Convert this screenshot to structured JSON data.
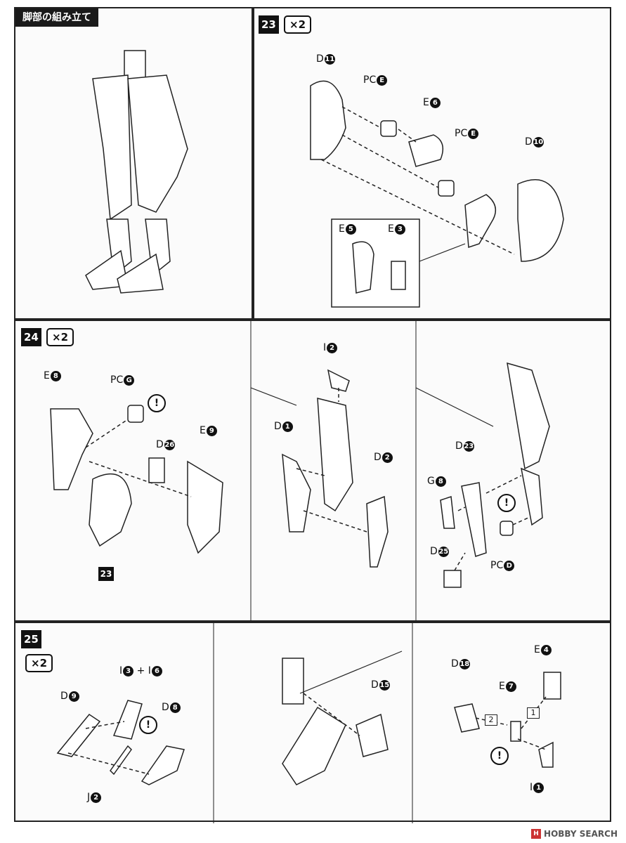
{
  "section_title": "脚部の組み立て",
  "step23": {
    "number": "23",
    "multiplier": "×2",
    "labels": {
      "d11": [
        "D",
        "11"
      ],
      "pce1": [
        "PC",
        "E"
      ],
      "e6": [
        "E",
        "6"
      ],
      "pce2": [
        "PC",
        "E"
      ],
      "d10": [
        "D",
        "10"
      ],
      "e5": [
        "E",
        "5"
      ],
      "e3": [
        "E",
        "3"
      ]
    }
  },
  "step24": {
    "number": "24",
    "multiplier": "×2",
    "ref_step": "23",
    "labels": {
      "e8": [
        "E",
        "8"
      ],
      "pcg": [
        "PC",
        "G"
      ],
      "d26": [
        "D",
        "26"
      ],
      "e9": [
        "E",
        "9"
      ],
      "i2": [
        "I",
        "2"
      ],
      "d1": [
        "D",
        "1"
      ],
      "d2": [
        "D",
        "2"
      ],
      "d23": [
        "D",
        "23"
      ],
      "g8": [
        "G",
        "8"
      ],
      "d25": [
        "D",
        "25"
      ],
      "pcd": [
        "PC",
        "D"
      ]
    },
    "warning": "!"
  },
  "step25": {
    "number": "25",
    "multiplier": "×2",
    "labels": {
      "d9": [
        "D",
        "9"
      ],
      "i3": [
        "I",
        "3"
      ],
      "plus": "+",
      "i6": [
        "I",
        "6"
      ],
      "d8": [
        "D",
        "8"
      ],
      "j2": [
        "J",
        "2"
      ],
      "d15": [
        "D",
        "15"
      ],
      "d18": [
        "D",
        "18"
      ],
      "e7": [
        "E",
        "7"
      ],
      "e4": [
        "E",
        "4"
      ],
      "i1": [
        "I",
        "1"
      ]
    },
    "order": [
      "2",
      "1"
    ],
    "warning": "!"
  },
  "footer": {
    "brand": "HOBBY SEARCH"
  }
}
